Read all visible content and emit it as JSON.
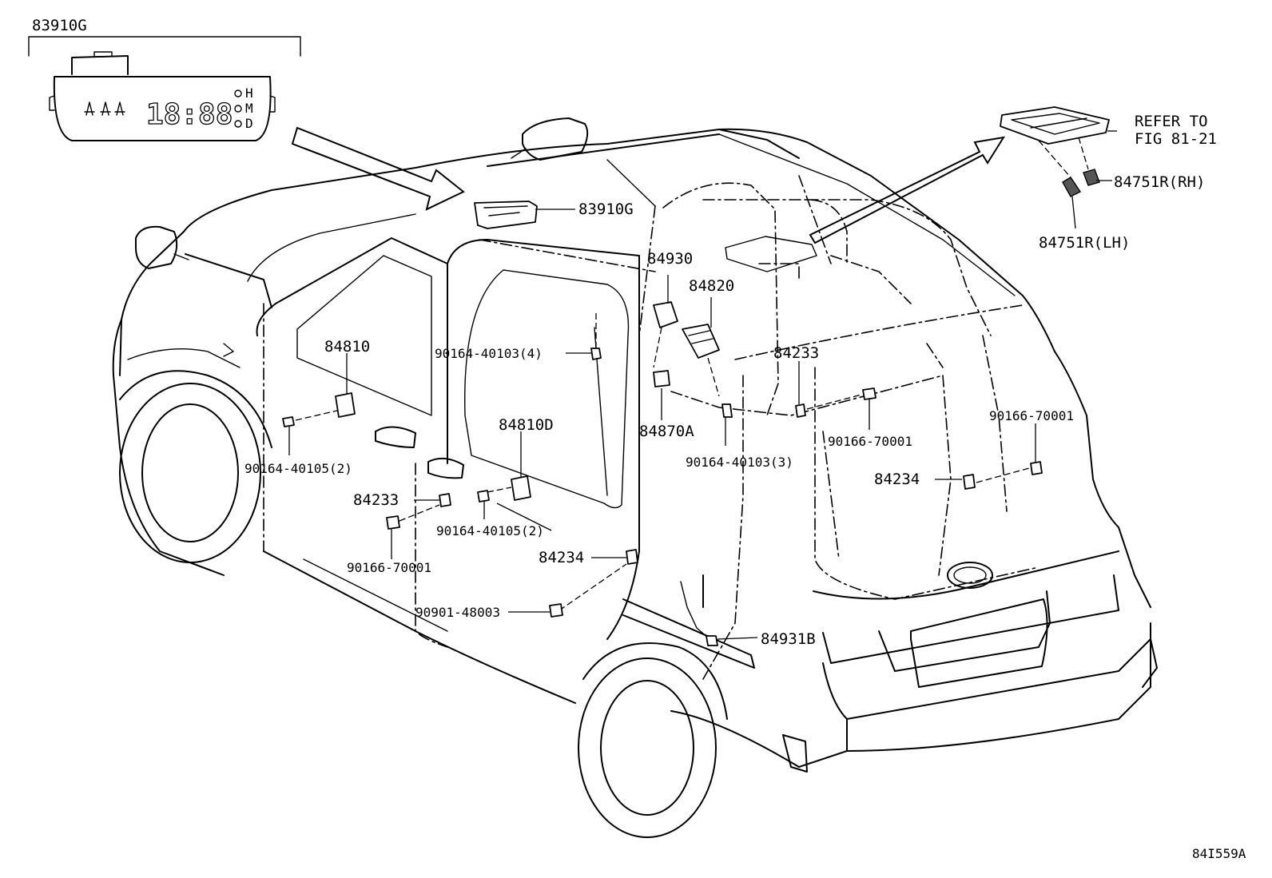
{
  "diagram": {
    "inset_label": "83910G",
    "inset_display_time": "18:88",
    "inset_indicators": [
      "H",
      "M",
      "D"
    ],
    "refer_line1": "REFER TO",
    "refer_line2": "FIG 81-21",
    "figure_code": "84I559A"
  },
  "callouts": [
    {
      "id": "c-83910g",
      "text": "83910G"
    },
    {
      "id": "c-84751r-rh",
      "text": "84751R(RH)"
    },
    {
      "id": "c-84751r-lh",
      "text": "84751R(LH)"
    },
    {
      "id": "c-84930",
      "text": "84930"
    },
    {
      "id": "c-84820",
      "text": "84820"
    },
    {
      "id": "c-84810",
      "text": "84810"
    },
    {
      "id": "c-90164-40103-4",
      "text": "90164-40103(4)"
    },
    {
      "id": "c-84233-rear",
      "text": "84233"
    },
    {
      "id": "c-84810d",
      "text": "84810D"
    },
    {
      "id": "c-84870a",
      "text": "84870A"
    },
    {
      "id": "c-90166-70001-mid",
      "text": "90166-70001"
    },
    {
      "id": "c-90166-70001-rear",
      "text": "90166-70001"
    },
    {
      "id": "c-90164-40105-2-front",
      "text": "90164-40105(2)"
    },
    {
      "id": "c-90164-40103-3",
      "text": "90164-40103(3)"
    },
    {
      "id": "c-84234-rear",
      "text": "84234"
    },
    {
      "id": "c-84233-front",
      "text": "84233"
    },
    {
      "id": "c-90164-40105-2-rear",
      "text": "90164-40105(2)"
    },
    {
      "id": "c-90166-70001-front",
      "text": "90166-70001"
    },
    {
      "id": "c-84234-mid",
      "text": "84234"
    },
    {
      "id": "c-90901-48003",
      "text": "90901-48003"
    },
    {
      "id": "c-84931b",
      "text": "84931B"
    }
  ]
}
